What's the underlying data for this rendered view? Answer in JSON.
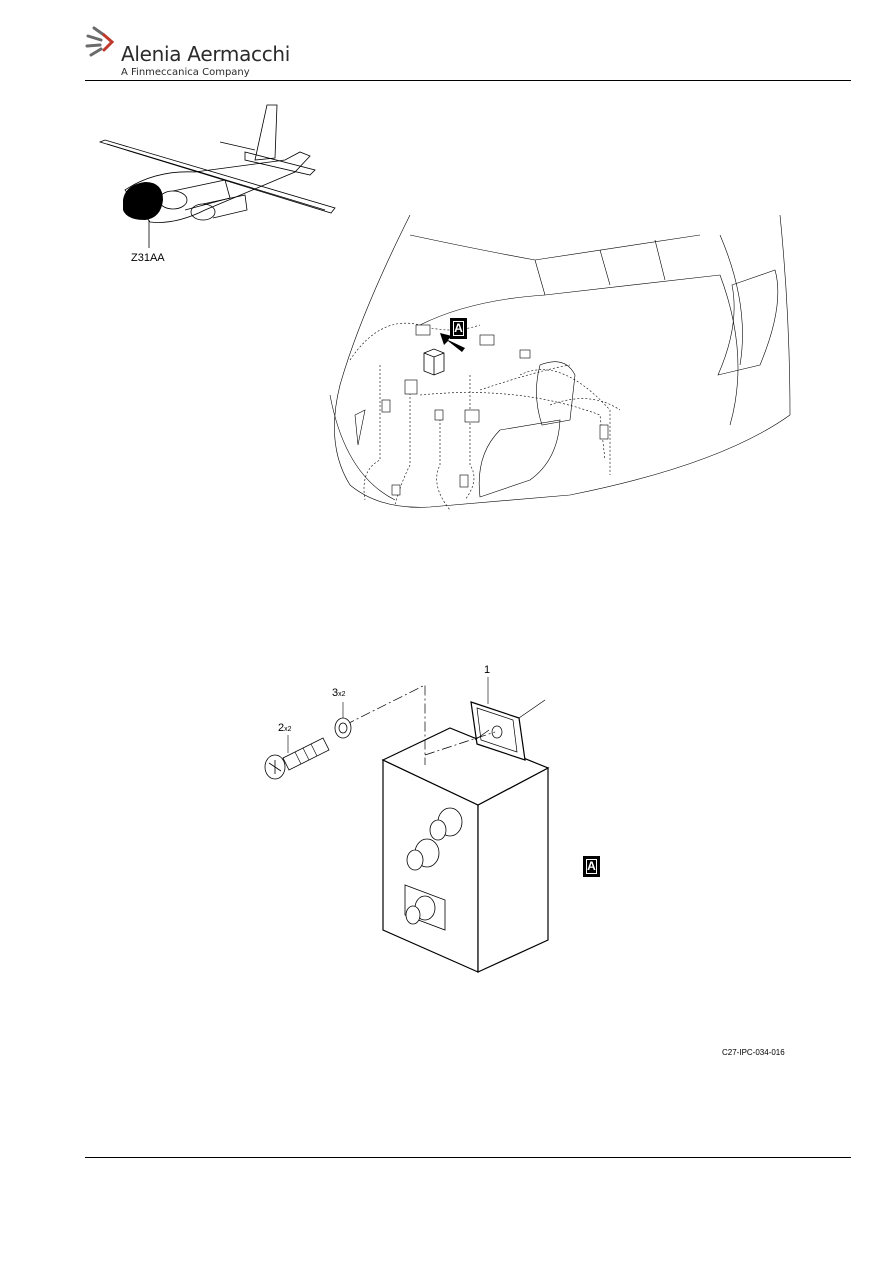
{
  "header": {
    "company_name": "Alenia Aermacchi",
    "company_tagline": "A Finmeccanica Company",
    "logo_icon": "swoosh-logo-icon"
  },
  "figure": {
    "zone_label": "Z31AA",
    "view_tag_top": "A",
    "view_tag_detail": "A",
    "callouts": [
      {
        "item": "1",
        "qty": ""
      },
      {
        "item": "2",
        "qty": "x2"
      },
      {
        "item": "3",
        "qty": "x2"
      }
    ],
    "reference_code": "C27-IPC-034-016"
  }
}
